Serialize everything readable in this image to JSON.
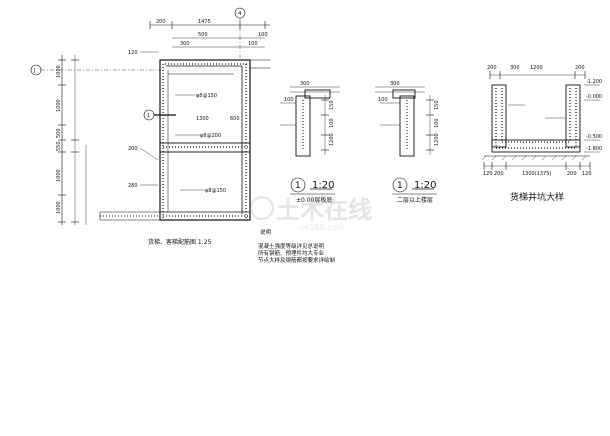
{
  "plan": {
    "top_dims": [
      "200",
      "1475"
    ],
    "axis_top": "4",
    "axis_left": "J",
    "left_dims": [
      "1000",
      "1000",
      "500",
      "550",
      "1000",
      "1000"
    ],
    "dim_labels": [
      "500",
      "100",
      "300",
      "100",
      "1300",
      "600"
    ],
    "leader_labels": [
      "120",
      "200",
      "280"
    ],
    "section_mark": "1",
    "note_labels": [
      "φ8@150",
      "φ8@200",
      "φ8@150"
    ],
    "caption": "货梯、客梯配筋图 1:25"
  },
  "detail1": {
    "dims": [
      "300",
      "150",
      "100",
      "1200",
      "100"
    ],
    "number": "1",
    "scale": "1:20",
    "caption": "±0.00层板底"
  },
  "detail2": {
    "dims": [
      "300",
      "150",
      "100",
      "1200",
      "100"
    ],
    "number": "1",
    "scale": "1:20",
    "caption": "二层以上楼层"
  },
  "pit": {
    "top_labels": [
      "200",
      "300",
      "1200",
      "200"
    ],
    "side_labels": [
      "-1.200",
      "-0.000",
      "-0.500",
      "-1.800"
    ],
    "bottom_dims": [
      "120",
      "200",
      "1300(1375)",
      "200",
      "120"
    ],
    "caption": "货梯井坑大样"
  },
  "notes": {
    "heading": "说明",
    "lines": [
      "混凝土强度等级详见总说明",
      "所有钢筋、预埋件均大专业",
      "节点大样及钢筋都按要求详绘制"
    ]
  },
  "watermark": "土木在线",
  "watermark_url": "co188.com"
}
